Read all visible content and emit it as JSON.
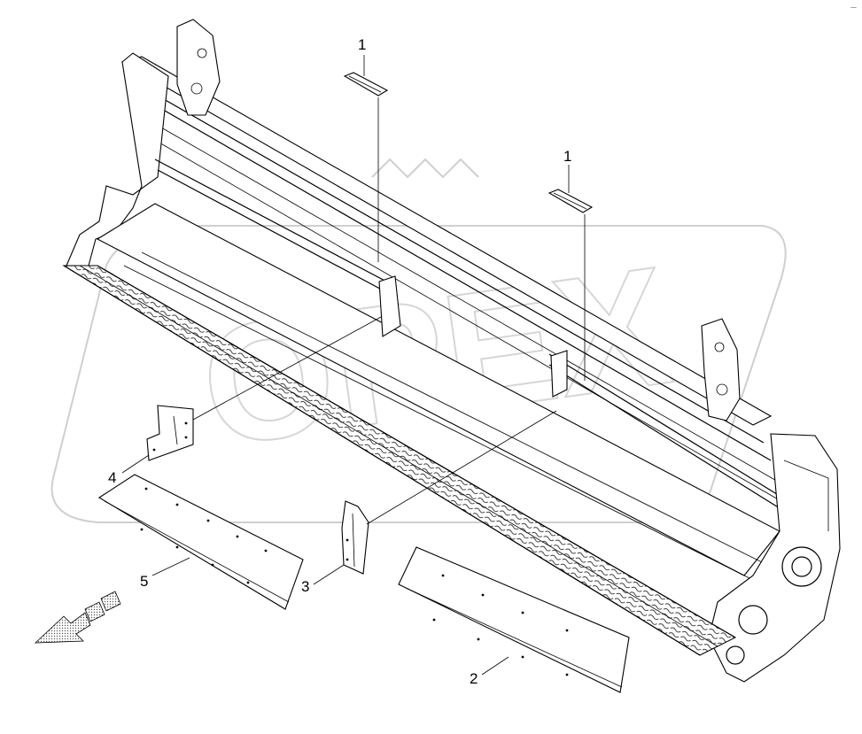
{
  "watermark": "OPEX",
  "corner_mark": "—",
  "callouts": [
    {
      "id": "callout-1a",
      "text": "1"
    },
    {
      "id": "callout-1b",
      "text": "1"
    },
    {
      "id": "callout-2",
      "text": "2"
    },
    {
      "id": "callout-3",
      "text": "3"
    },
    {
      "id": "callout-4",
      "text": "4"
    },
    {
      "id": "callout-5",
      "text": "5"
    }
  ],
  "colors": {
    "line": "#000000",
    "watermark": "#cfcfcf",
    "background": "#ffffff"
  },
  "icons": [
    "direction-arrow-icon"
  ]
}
